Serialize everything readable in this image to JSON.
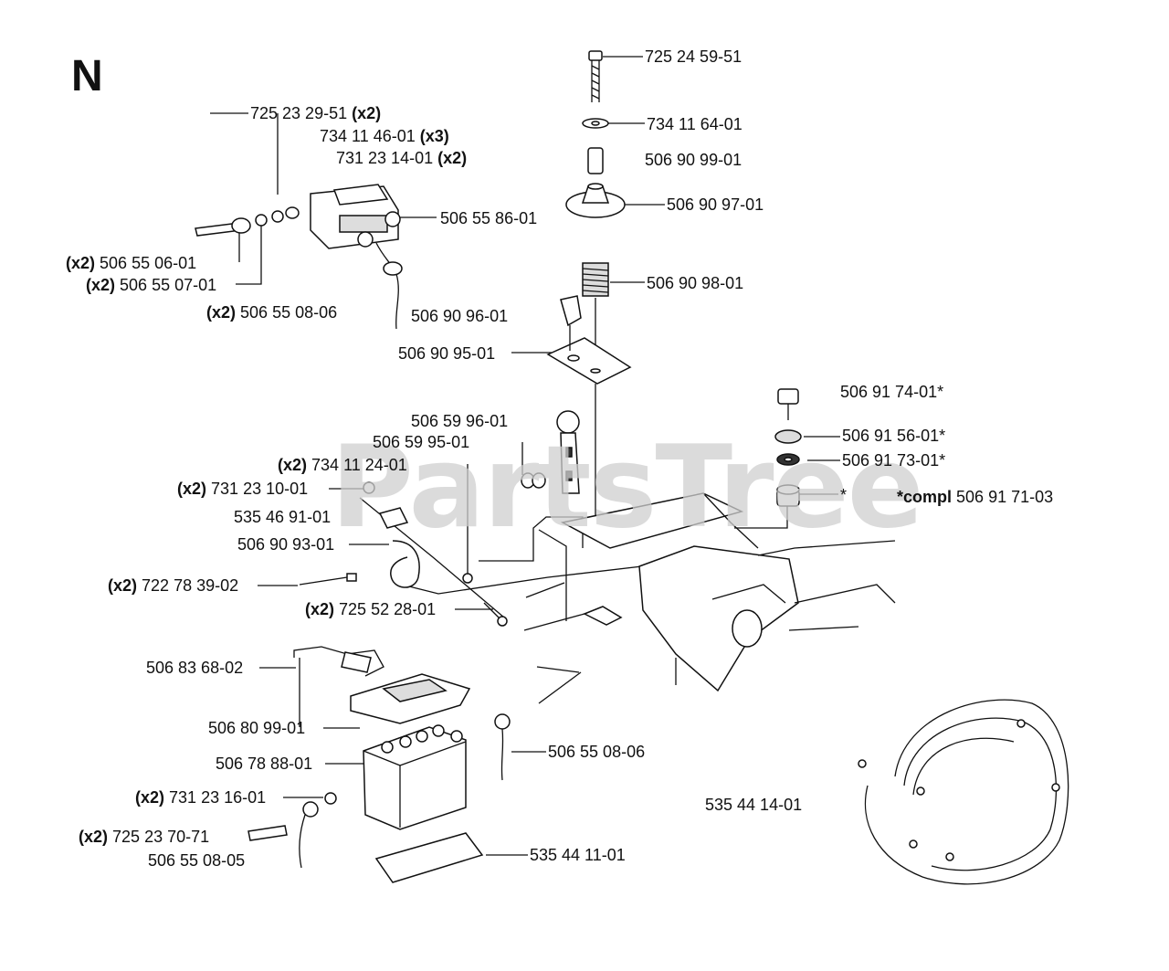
{
  "section_letter": "N",
  "watermark": "PartsTree",
  "parts": [
    {
      "id": "p1",
      "number": "725 24 59-51",
      "qty": ""
    },
    {
      "id": "p2",
      "number": "734 11 64-01",
      "qty": ""
    },
    {
      "id": "p3",
      "number": "506 90 99-01",
      "qty": ""
    },
    {
      "id": "p4",
      "number": "506 90 97-01",
      "qty": ""
    },
    {
      "id": "p5",
      "number": "506 90 98-01",
      "qty": ""
    },
    {
      "id": "p6",
      "number": "506 90 96-01",
      "qty": ""
    },
    {
      "id": "p7",
      "number": "506 90 95-01",
      "qty": ""
    },
    {
      "id": "p8",
      "number": "725 23 29-51",
      "qty": "(x2)"
    },
    {
      "id": "p9",
      "number": "734 11 46-01",
      "qty": "(x3)"
    },
    {
      "id": "p10",
      "number": "731 23 14-01",
      "qty": "(x2)"
    },
    {
      "id": "p11",
      "number": "506 55 86-01",
      "qty": ""
    },
    {
      "id": "p12",
      "number": "506 55 06-01",
      "qty": "(x2)"
    },
    {
      "id": "p13",
      "number": "506 55 07-01",
      "qty": "(x2)"
    },
    {
      "id": "p14",
      "number": "506 55 08-06",
      "qty": "(x2)"
    },
    {
      "id": "p15",
      "number": "506 91 74-01*",
      "qty": ""
    },
    {
      "id": "p16",
      "number": "506 91 56-01*",
      "qty": ""
    },
    {
      "id": "p17",
      "number": "506 91 73-01*",
      "qty": ""
    },
    {
      "id": "p18",
      "number": "*",
      "qty": ""
    },
    {
      "id": "p19",
      "number": "506 91 71-03",
      "qty": "*compl"
    },
    {
      "id": "p20",
      "number": "506 59 96-01",
      "qty": ""
    },
    {
      "id": "p21",
      "number": "506 59 95-01",
      "qty": ""
    },
    {
      "id": "p22",
      "number": "734 11 24-01",
      "qty": "(x2)"
    },
    {
      "id": "p23",
      "number": "731 23 10-01",
      "qty": "(x2)"
    },
    {
      "id": "p24",
      "number": "535 46 91-01",
      "qty": ""
    },
    {
      "id": "p25",
      "number": "506 90 93-01",
      "qty": ""
    },
    {
      "id": "p26",
      "number": "722 78 39-02",
      "qty": "(x2)"
    },
    {
      "id": "p27",
      "number": "725 52 28-01",
      "qty": "(x2)"
    },
    {
      "id": "p28",
      "number": "506 83 68-02",
      "qty": ""
    },
    {
      "id": "p29",
      "number": "506 80 99-01",
      "qty": ""
    },
    {
      "id": "p30",
      "number": "506 78 88-01",
      "qty": ""
    },
    {
      "id": "p31",
      "number": "506 55 08-06",
      "qty": ""
    },
    {
      "id": "p32",
      "number": "731 23 16-01",
      "qty": "(x2)"
    },
    {
      "id": "p33",
      "number": "725 23 70-71",
      "qty": "(x2)"
    },
    {
      "id": "p34",
      "number": "506 55 08-05",
      "qty": ""
    },
    {
      "id": "p35",
      "number": "535 44 11-01",
      "qty": ""
    },
    {
      "id": "p36",
      "number": "535 44 14-01",
      "qty": ""
    }
  ]
}
